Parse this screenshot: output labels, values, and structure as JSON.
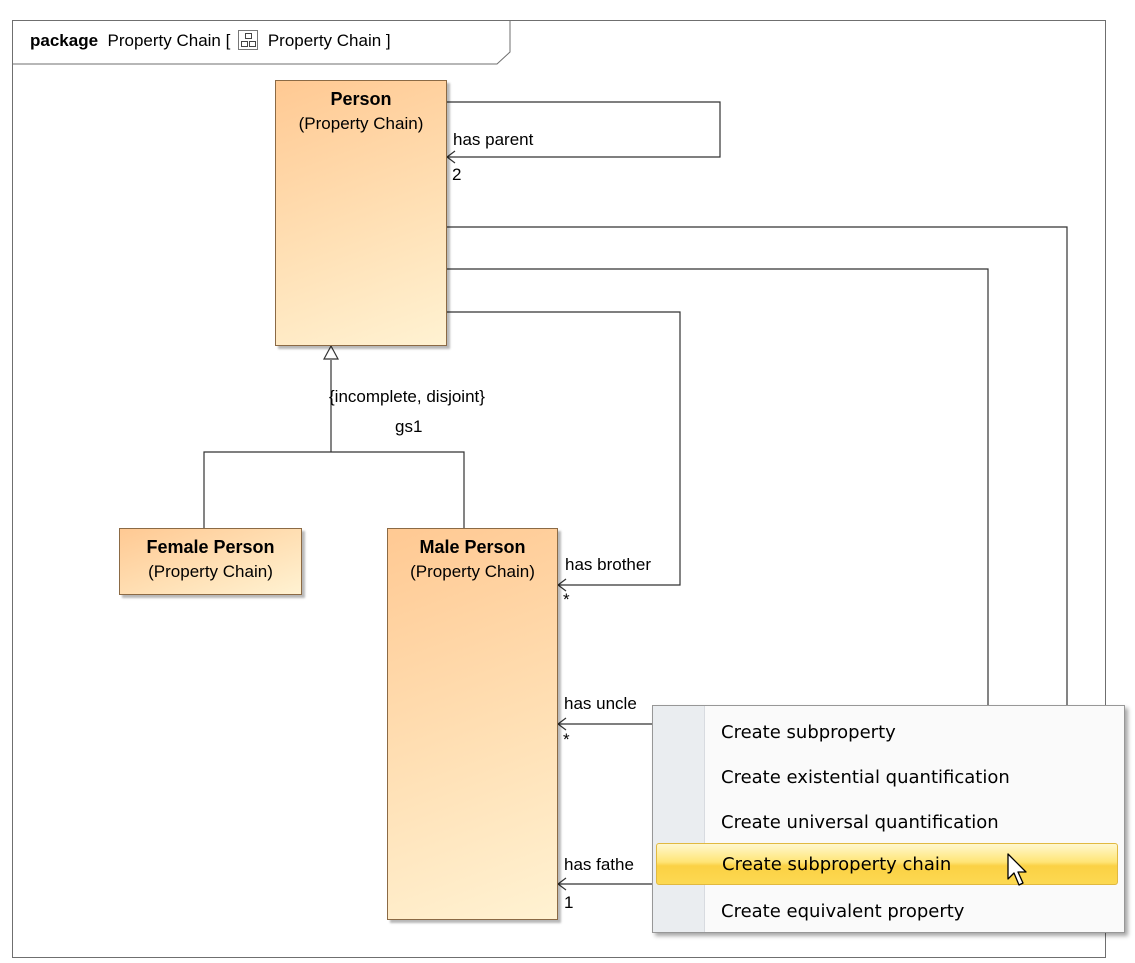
{
  "frame": {
    "kind": "package",
    "name": "Property Chain [",
    "diagram_name": "Property Chain ]"
  },
  "classes": {
    "person": {
      "name": "Person",
      "package": "(Property Chain)"
    },
    "female": {
      "name": "Female Person",
      "package": "(Property Chain)"
    },
    "male": {
      "name": "Male Person",
      "package": "(Property Chain)"
    }
  },
  "generalization": {
    "constraint": "{incomplete, disjoint}",
    "set_name": "gs1"
  },
  "associations": {
    "has_parent": {
      "label": "has parent",
      "multiplicity": "2"
    },
    "has_brother": {
      "label": "has brother",
      "multiplicity": "*"
    },
    "has_uncle": {
      "label": "has uncle",
      "multiplicity": "*"
    },
    "has_father": {
      "label": "has fathe",
      "multiplicity": "1"
    }
  },
  "context_menu": {
    "items": [
      "Create subproperty",
      "Create existential quantification",
      "Create universal quantification",
      "Create subproperty chain",
      "Create equivalent property"
    ],
    "highlighted": "Create subproperty chain"
  },
  "colors": {
    "class_fill_top": "#ffc993",
    "class_fill_bottom": "#fff2d2",
    "menu_highlight": "#ffe576"
  }
}
